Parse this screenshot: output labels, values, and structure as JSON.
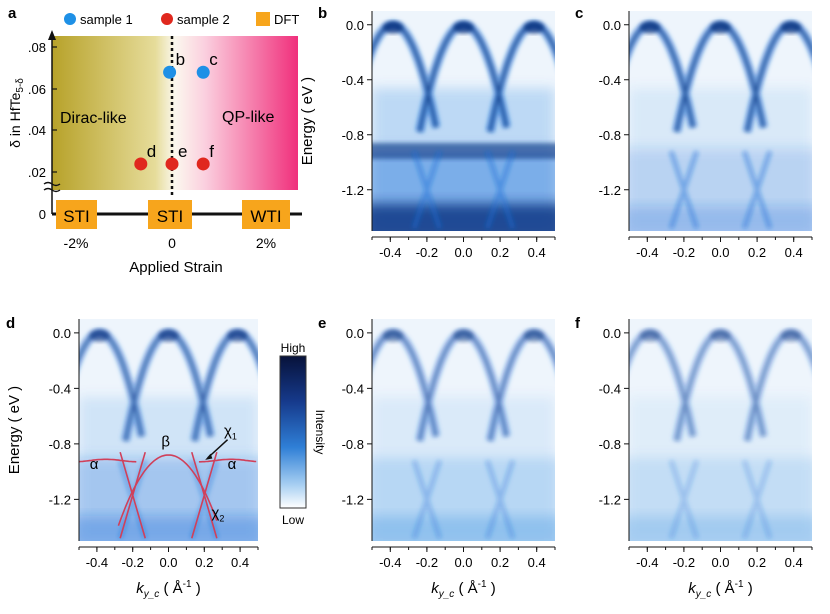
{
  "figure": {
    "panel_letters": [
      "a",
      "b",
      "c",
      "d",
      "e",
      "f"
    ],
    "colors": {
      "sample1": "#1e90e6",
      "sample2": "#e0281e",
      "dft": "#f7a51c",
      "dirac_region": "#b7a22a",
      "qp_region": "#f0307c",
      "arpes_low": "#ffffff",
      "arpes_high": "#0a1a5a",
      "band_overlay": "#d0405a"
    }
  },
  "panel_a": {
    "legend": {
      "sample1": "sample 1",
      "sample2": "sample 2",
      "dft": "DFT"
    },
    "ylabel_prefix": "δ in HfTe",
    "ylabel_sub": "5-δ",
    "xlabel": "Applied Strain",
    "region_left": "Dirac-like",
    "region_right": "QP-like",
    "yticks": [
      ".08",
      ".06",
      ".04",
      ".02",
      "0"
    ],
    "xticks": [
      "-2%",
      "0",
      "2%"
    ],
    "dft_boxes": [
      "STI",
      "STI",
      "WTI"
    ],
    "points": [
      {
        "label": "b",
        "sample": 1,
        "strain": -0.05,
        "delta": 0.068
      },
      {
        "label": "c",
        "sample": 1,
        "strain": 0.65,
        "delta": 0.068
      },
      {
        "label": "d",
        "sample": 2,
        "strain": -0.65,
        "delta": 0.024
      },
      {
        "label": "e",
        "sample": 2,
        "strain": 0.0,
        "delta": 0.024
      },
      {
        "label": "f",
        "sample": 2,
        "strain": 0.65,
        "delta": 0.024
      }
    ]
  },
  "arpes": {
    "ylabel": "Energy ( eV )",
    "xlabel_main": "k",
    "xlabel_sub": "y_c",
    "xlabel_unit": " ( Å",
    "xlabel_exp": "-1",
    "xlabel_close": " )",
    "yticks": [
      "0.0",
      "-0.4",
      "-0.8",
      "-1.2"
    ],
    "xticks": [
      "-0.4",
      "-0.2",
      "0.0",
      "0.2",
      "0.4"
    ],
    "colorbar": {
      "high": "High",
      "low": "Low",
      "label": "Intensity"
    },
    "band_labels": {
      "alpha": "α",
      "beta": "β",
      "chi": "χ",
      "chi1_sub": "1",
      "chi2_sub": "2"
    }
  }
}
